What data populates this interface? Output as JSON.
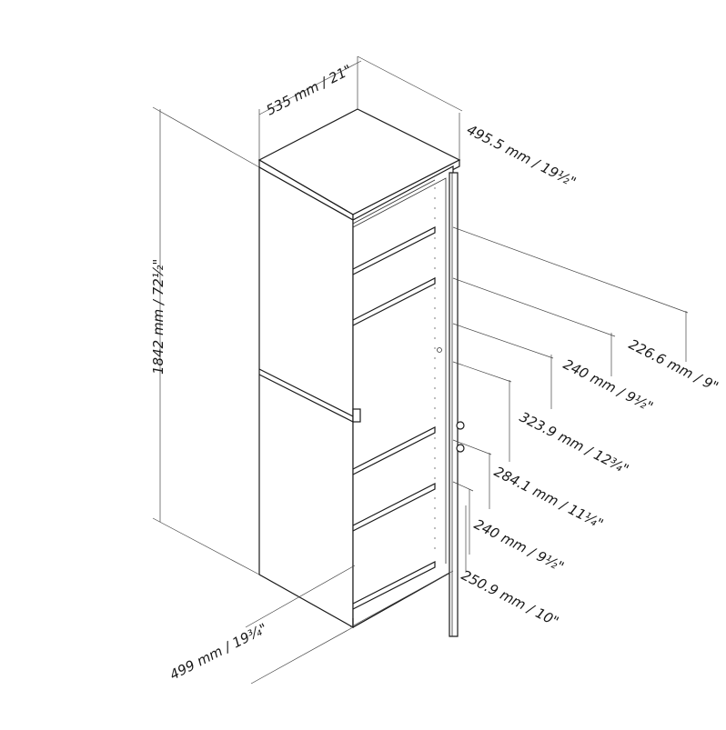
{
  "dimensions": {
    "top_width": "535 mm / 21\"",
    "top_depth": "495.5 mm / 19½\"",
    "total_height": "1842 mm / 72½\"",
    "bottom_width": "499 mm / 19¾\"",
    "shelf_1": "226.6 mm / 9\"",
    "shelf_2": "240 mm / 9½\"",
    "shelf_3": "323.9 mm / 12¾\"",
    "shelf_4": "284.1 mm / 11¼\"",
    "shelf_5": "240 mm / 9½\"",
    "shelf_6": "250.9 mm / 10\""
  }
}
